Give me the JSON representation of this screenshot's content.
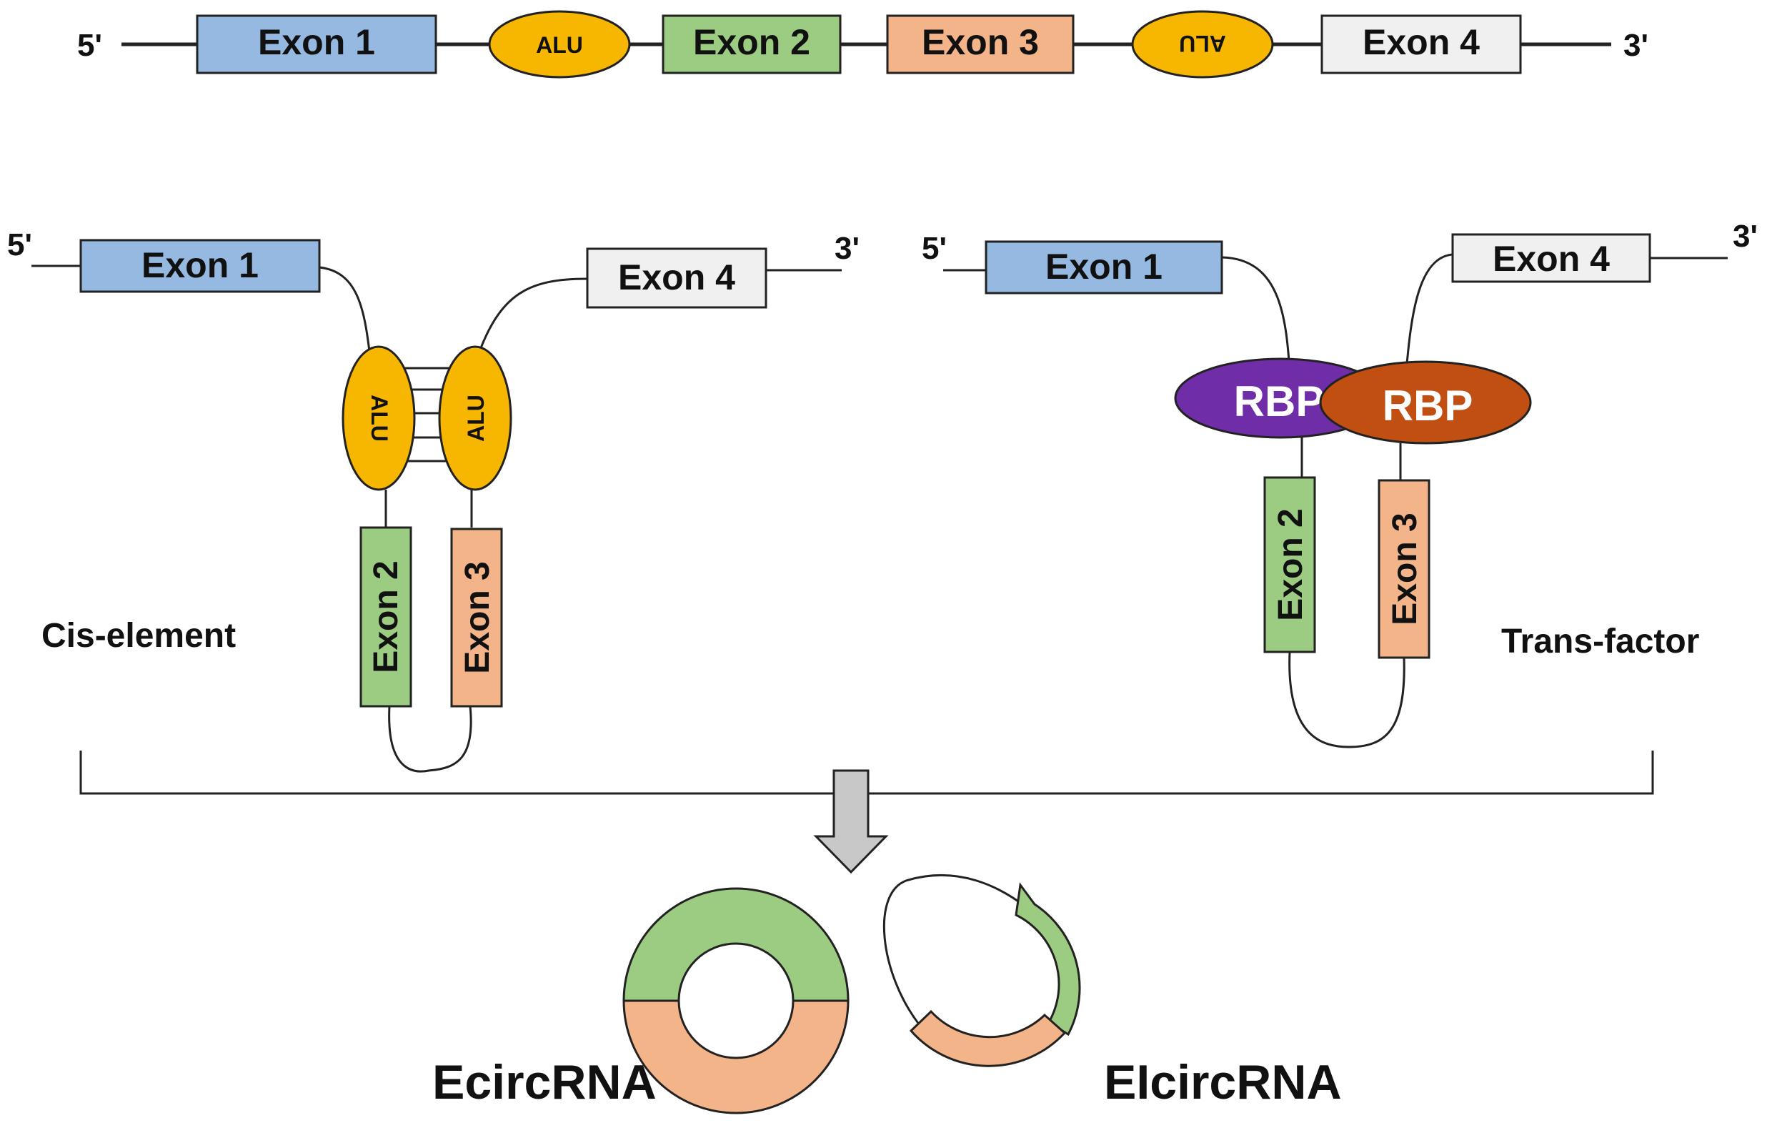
{
  "colors": {
    "exon1": "#95b9e1",
    "exon2": "#9ccb82",
    "exon3": "#f4b48a",
    "exon4": "#f0f0f0",
    "alu": "#f7b700",
    "rbp_purple": "#6f2da8",
    "rbp_orange": "#c14f12",
    "arrow": "#c8c8c8"
  },
  "top_gene": {
    "five_prime": "5'",
    "three_prime": "3'",
    "exon1": "Exon 1",
    "alu1": "ALU",
    "exon2": "Exon 2",
    "exon3": "Exon 3",
    "alu2": "ALU",
    "exon4": "Exon 4"
  },
  "cis": {
    "title": "Cis-element",
    "five_prime": "5'",
    "three_prime": "3'",
    "exon1": "Exon 1",
    "exon4": "Exon 4",
    "alu_left": "ALU",
    "alu_right": "ALU",
    "exon2": "Exon 2",
    "exon3": "Exon 3"
  },
  "trans": {
    "title": "Trans-factor",
    "five_prime": "5'",
    "three_prime": "3'",
    "exon1": "Exon 1",
    "exon4": "Exon 4",
    "rbp_left": "RBP",
    "rbp_right": "RBP",
    "exon2": "Exon 2",
    "exon3": "Exon 3"
  },
  "products": {
    "ecircrna": "EcircRNA",
    "elcircrna": "EIcircRNA"
  }
}
